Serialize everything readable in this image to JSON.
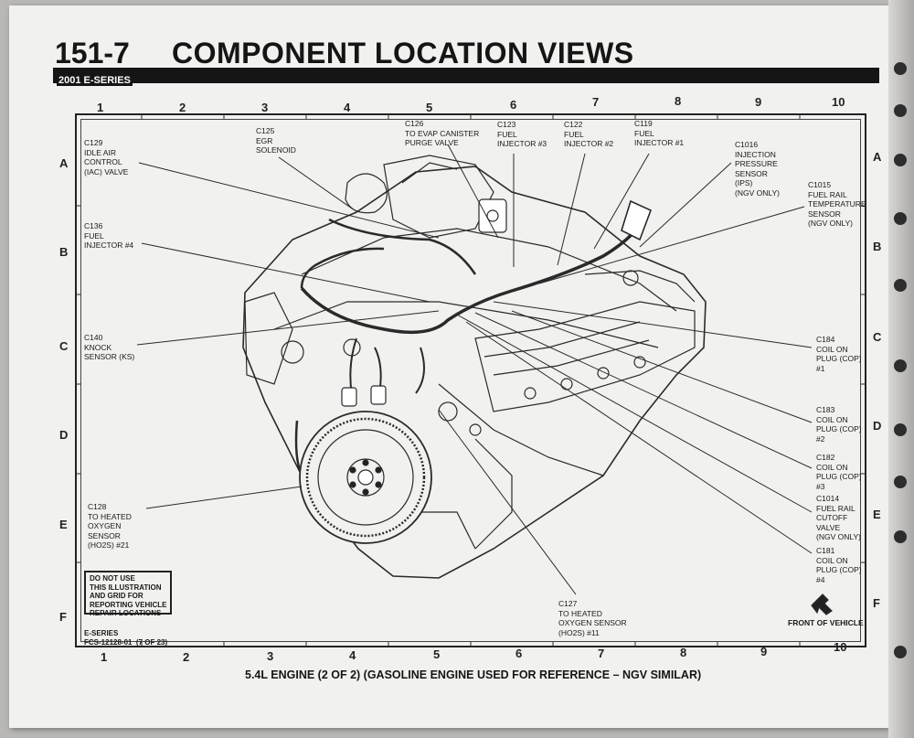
{
  "header": {
    "page_number": "151-7",
    "title": "COMPONENT LOCATION VIEWS",
    "series": "2001 E-SERIES"
  },
  "grid": {
    "columns": [
      "1",
      "2",
      "3",
      "4",
      "5",
      "6",
      "7",
      "8",
      "9",
      "10"
    ],
    "rows": [
      "A",
      "B",
      "C",
      "D",
      "E",
      "F"
    ]
  },
  "labels": {
    "c129": "C129\nIDLE AIR\nCONTROL\n(IAC) VALVE",
    "c125": "C125\nEGR\nSOLENOID",
    "c126": "C126\nTO EVAP CANISTER\nPURGE VALVE",
    "c123": "C123\nFUEL\nINJECTOR #3",
    "c122": "C122\nFUEL\nINJECTOR #2",
    "c119": "C119\nFUEL\nINJECTOR #1",
    "c1016": "C1016\nINJECTION\nPRESSURE\nSENSOR\n(IPS)\n(NGV ONLY)",
    "c1015": "C1015\nFUEL RAIL\nTEMPERATURE\nSENSOR\n(NGV ONLY)",
    "c136": "C136\nFUEL\nINJECTOR #4",
    "c140": "C140\nKNOCK\nSENSOR (KS)",
    "c184": "C184\nCOIL ON\nPLUG (COP)\n#1",
    "c183": "C183\nCOIL ON\nPLUG (COP)\n#2",
    "c182": "C182\nCOIL ON\nPLUG (COP)\n#3",
    "c1014": "C1014\nFUEL RAIL\nCUTOFF\nVALVE\n(NGV ONLY)",
    "c181": "C181\nCOIL ON\nPLUG (COP)\n#4",
    "c128": "C128\nTO HEATED\nOXYGEN\nSENSOR\n(HO2S) #21",
    "c127": "C127\nTO HEATED\nOXYGEN SENSOR\n(HO2S) #11"
  },
  "notice": "DO NOT USE\nTHIS ILLUSTRATION\nAND GRID FOR\nREPORTING VEHICLE\nREPAIR LOCATIONS",
  "figure_id": "E-SERIES\nFCS-12128-01  (7 OF 23)",
  "front_of_vehicle": "FRONT OF VEHICLE",
  "caption": "5.4L ENGINE (2 OF 2) (GASOLINE ENGINE USED FOR REFERENCE – NGV SIMILAR)"
}
